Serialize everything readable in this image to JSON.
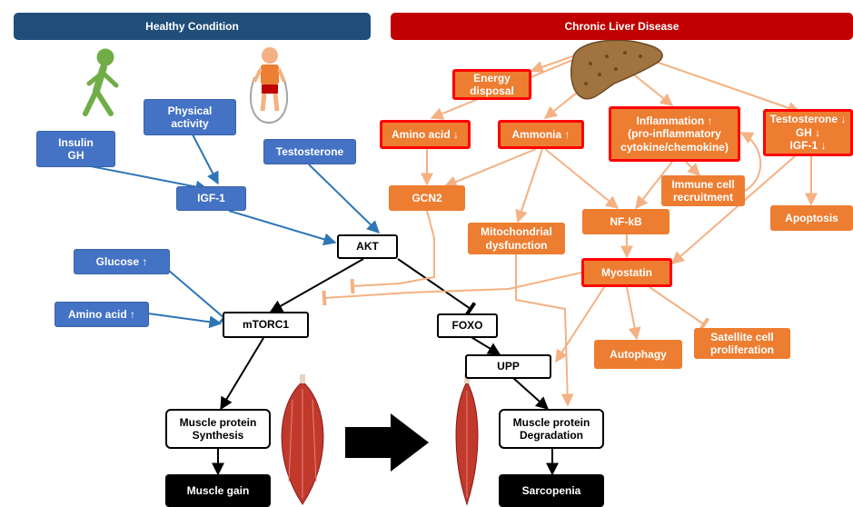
{
  "headers": {
    "healthy": "Healthy Condition",
    "disease": "Chronic Liver Disease"
  },
  "healthy_nodes": {
    "insulin": [
      "Insulin",
      "GH"
    ],
    "physical_activity": [
      "Physical",
      "activity"
    ],
    "testosterone": "Testosterone",
    "igf1": "IGF-1",
    "glucose": "Glucose ↑",
    "amino_acid": "Amino acid ↑"
  },
  "pathway_nodes": {
    "akt": "AKT",
    "mtorc1": "mTORC1",
    "foxo": "FOXO",
    "upp": "UPP",
    "synthesis": [
      "Muscle protein",
      "Synthesis"
    ],
    "degradation": [
      "Muscle protein",
      "Degradation"
    ],
    "muscle_gain": "Muscle gain",
    "sarcopenia": "Sarcopenia"
  },
  "disease_nodes": {
    "energy_disposal": [
      "Energy",
      "disposal"
    ],
    "amino_acid_down": "Amino acid ↓",
    "ammonia": "Ammonia ↑",
    "inflammation": [
      "Inflammation ↑",
      "(pro-inflammatory",
      "cytokine/chemokine)"
    ],
    "testosterone_gh_igf": [
      "Testosterone ↓",
      "GH ↓",
      "IGF-1 ↓"
    ],
    "gcn2": "GCN2",
    "immune_cell": [
      "Immune cell",
      "recruitment"
    ],
    "mitochondrial": [
      "Mitochondrial",
      "dysfunction"
    ],
    "nfkb": "NF-kB",
    "apoptosis": "Apoptosis",
    "myostatin": "Myostatin",
    "autophagy": "Autophagy",
    "satellite": [
      "Satellite cell",
      "proliferation"
    ]
  },
  "colors": {
    "healthy_banner": "#1f4e79",
    "disease_banner": "#c00000",
    "healthy_node": "#4472c4",
    "disease_node": "#ed7d31",
    "disease_border": "#ff0000",
    "healthy_arrow": "#2e75b6",
    "disease_arrow": "#f4b183"
  },
  "icons": [
    "walking-person-icon",
    "jump-rope-person-icon",
    "liver-icon",
    "muscle-icon",
    "big-arrow-icon"
  ]
}
